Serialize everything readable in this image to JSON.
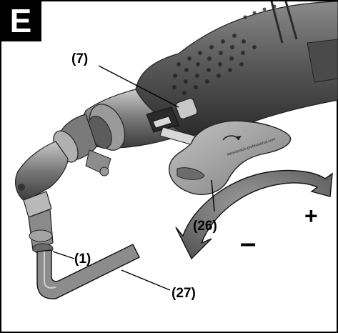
{
  "figure": {
    "badge": "E",
    "labels": {
      "tool_lock_button": "(7)",
      "tool_holder": "(1)",
      "torx_key": "(26)",
      "allen_key": "(27)"
    },
    "rotation": {
      "minus": "–",
      "plus": "+"
    },
    "tool_marking": "www.bosch-professional.com"
  },
  "colors": {
    "body_dark": "#3a3a3a",
    "body_mid": "#6e6e6e",
    "body_light": "#bdbdbd",
    "key_gray": "#9b9b9b",
    "ink": "#000000"
  }
}
